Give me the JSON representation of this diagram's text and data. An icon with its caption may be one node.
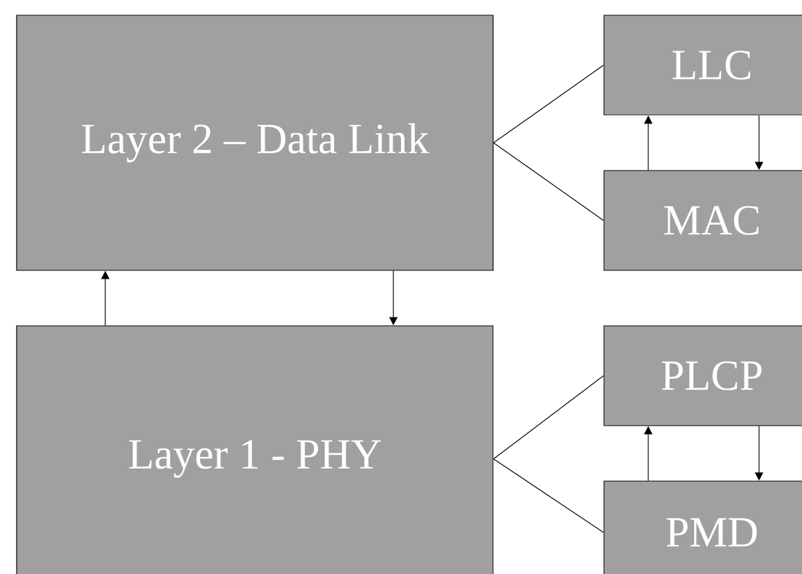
{
  "diagram": {
    "nodes": [
      {
        "text": [
          "Layer 2 – Data Link"
        ]
      },
      {
        "text": [
          "LLC"
        ]
      },
      {
        "text": [
          "MAC"
        ]
      },
      {
        "text": [
          "Layer 1 - PHY"
        ]
      },
      {
        "text": [
          "PLCP"
        ]
      },
      {
        "text": [
          "PMD"
        ]
      }
    ],
    "edges": [
      {
        "from": 0,
        "to": 1,
        "arrow": "none"
      },
      {
        "from": 0,
        "to": 2,
        "arrow": "none"
      },
      {
        "from": 2,
        "to": 1,
        "arrow": "to"
      },
      {
        "from": 1,
        "to": 2,
        "arrow": "to"
      },
      {
        "from": 3,
        "to": 0,
        "arrow": "to"
      },
      {
        "from": 0,
        "to": 3,
        "arrow": "to"
      },
      {
        "from": 3,
        "to": 4,
        "arrow": "none"
      },
      {
        "from": 3,
        "to": 5,
        "arrow": "none"
      },
      {
        "from": 5,
        "to": 4,
        "arrow": "to"
      },
      {
        "from": 4,
        "to": 5,
        "arrow": "to"
      }
    ]
  }
}
